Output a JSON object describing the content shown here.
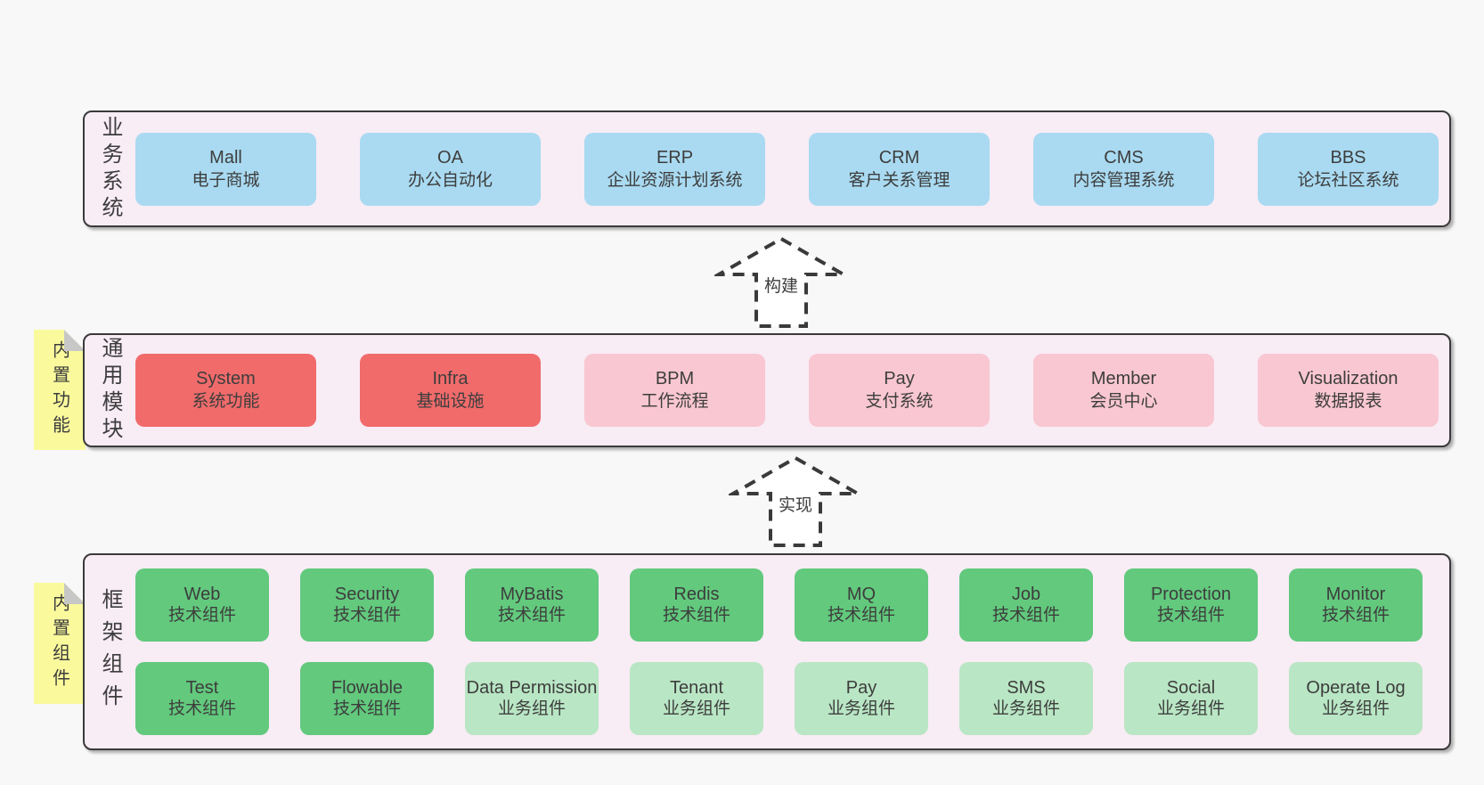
{
  "colors": {
    "bg": "#f8f8f8",
    "panel": "#f8ecf5",
    "border": "#3a3a3a",
    "text": "#3d3d3d",
    "blue": "#a9daf1",
    "red": "#f16b6b",
    "pink": "#f9c7d1",
    "greenDark": "#62c97d",
    "greenLight": "#b9e6c4",
    "yellow": "#fafa9d",
    "fold": "#c7c7c7"
  },
  "sections": {
    "business": {
      "label": "业务系统",
      "boxes": [
        {
          "en": "Mall",
          "zh": "电子商城",
          "variant": "blue"
        },
        {
          "en": "OA",
          "zh": "办公自动化",
          "variant": "blue"
        },
        {
          "en": "ERP",
          "zh": "企业资源计划系统",
          "variant": "blue"
        },
        {
          "en": "CRM",
          "zh": "客户关系管理",
          "variant": "blue"
        },
        {
          "en": "CMS",
          "zh": "内容管理系统",
          "variant": "blue"
        },
        {
          "en": "BBS",
          "zh": "论坛社区系统",
          "variant": "blue"
        }
      ]
    },
    "modules": {
      "label": "通用模块",
      "tab": "内置功能",
      "boxes": [
        {
          "en": "System",
          "zh": "系统功能",
          "variant": "red"
        },
        {
          "en": "Infra",
          "zh": "基础设施",
          "variant": "red"
        },
        {
          "en": "BPM",
          "zh": "工作流程",
          "variant": "pink"
        },
        {
          "en": "Pay",
          "zh": "支付系统",
          "variant": "pink"
        },
        {
          "en": "Member",
          "zh": "会员中心",
          "variant": "pink"
        },
        {
          "en": "Visualization",
          "zh": "数据报表",
          "variant": "pink"
        }
      ]
    },
    "components": {
      "label": "框架组件",
      "tab": "内置组件",
      "row1": [
        {
          "en": "Web",
          "zh": "技术组件",
          "variant": "green-dark"
        },
        {
          "en": "Security",
          "zh": "技术组件",
          "variant": "green-dark"
        },
        {
          "en": "MyBatis",
          "zh": "技术组件",
          "variant": "green-dark"
        },
        {
          "en": "Redis",
          "zh": "技术组件",
          "variant": "green-dark"
        },
        {
          "en": "MQ",
          "zh": "技术组件",
          "variant": "green-dark"
        },
        {
          "en": "Job",
          "zh": "技术组件",
          "variant": "green-dark"
        },
        {
          "en": "Protection",
          "zh": "技术组件",
          "variant": "green-dark"
        },
        {
          "en": "Monitor",
          "zh": "技术组件",
          "variant": "green-dark"
        }
      ],
      "row2": [
        {
          "en": "Test",
          "zh": "技术组件",
          "variant": "green-dark"
        },
        {
          "en": "Flowable",
          "zh": "技术组件",
          "variant": "green-dark"
        },
        {
          "en": "Data Permission",
          "zh": "业务组件",
          "variant": "green-light"
        },
        {
          "en": "Tenant",
          "zh": "业务组件",
          "variant": "green-light"
        },
        {
          "en": "Pay",
          "zh": "业务组件",
          "variant": "green-light"
        },
        {
          "en": "SMS",
          "zh": "业务组件",
          "variant": "green-light"
        },
        {
          "en": "Social",
          "zh": "业务组件",
          "variant": "green-light"
        },
        {
          "en": "Operate Log",
          "zh": "业务组件",
          "variant": "green-light"
        }
      ]
    }
  },
  "arrows": [
    {
      "label": "构建"
    },
    {
      "label": "实现"
    }
  ]
}
